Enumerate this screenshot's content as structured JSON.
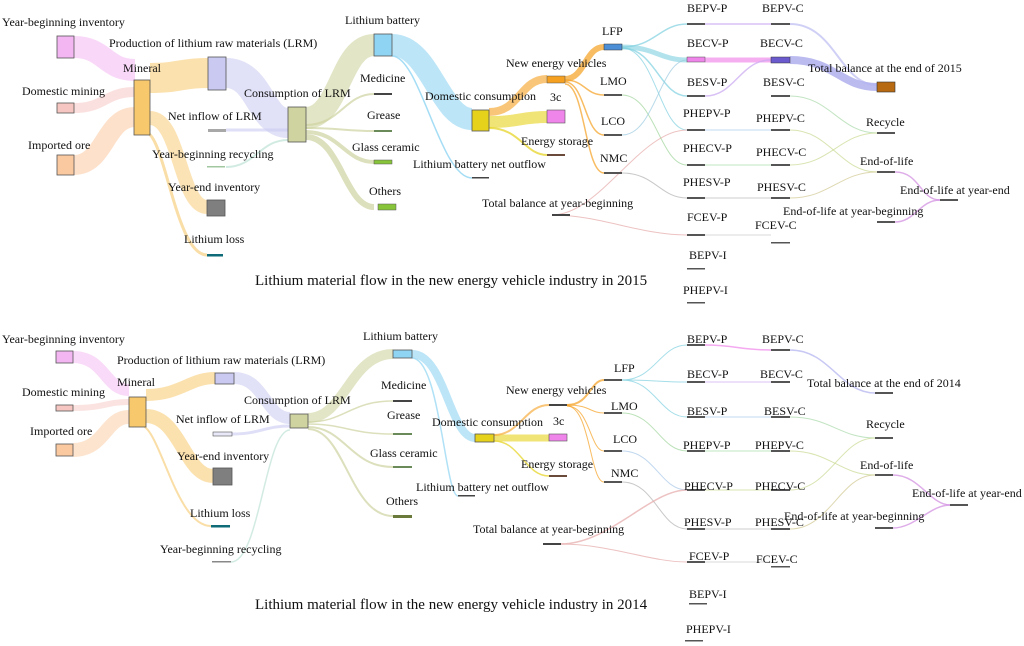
{
  "captions": {
    "top": "Lithium material flow in the new energy vehicle industry in 2015",
    "bottom": "Lithium material flow in the new energy vehicle industry in 2014"
  },
  "nodes": {
    "year_beginning_inventory": "Year-beginning inventory",
    "domestic_mining": "Domestic mining",
    "imported_ore": "Imported ore",
    "mineral": "Mineral",
    "production_lrm": "Production of lithium raw materials (LRM)",
    "net_inflow_lrm": "Net inflow of LRM",
    "year_beginning_recycling": "Year-beginning recycling",
    "year_end_inventory": "Year-end inventory",
    "lithium_loss": "Lithium loss",
    "consumption_lrm": "Consumption of LRM",
    "lithium_battery": "Lithium battery",
    "medicine": "Medicine",
    "grease": "Grease",
    "glass_ceramic": "Glass ceramic",
    "others": "Others",
    "domestic_consumption": "Domestic consumption",
    "lithium_battery_net_outflow": "Lithium battery net outflow",
    "new_energy_vehicles": "New energy vehicles",
    "three_c": "3c",
    "energy_storage": "Energy storage",
    "total_balance_beginning": "Total balance at year-beginning",
    "lfp": "LFP",
    "lmo": "LMO",
    "lco": "LCO",
    "nmc": "NMC",
    "bepv_p": "BEPV-P",
    "becv_p": "BECV-P",
    "besv_p": "BESV-P",
    "phepv_p": "PHEPV-P",
    "phecv_p": "PHECV-P",
    "phesv_p": "PHESV-P",
    "fcev_p": "FCEV-P",
    "bepv_i": "BEPV-I",
    "phepv_i": "PHEPV-I",
    "bepv_c": "BEPV-C",
    "becv_c": "BECV-C",
    "besv_c": "BESV-C",
    "phepv_c": "PHEPV-C",
    "phecv_c": "PHECV-C",
    "phesv_c": "PHESV-C",
    "fcev_c": "FCEV-C",
    "total_balance_end_2015": "Total balance at the end of 2015",
    "total_balance_end_2014": "Total balance at the end of 2014",
    "recycle": "Recycle",
    "end_of_life": "End-of-life",
    "end_of_life_year_end": "End-of-life at year-end",
    "end_of_life_year_beginning": "End-of-life at year-beginning"
  },
  "colors": {
    "pink": "#f4b6f2",
    "peach": "#fbc9a0",
    "salmon": "#f6c7c2",
    "orange_yellow": "#f7c86c",
    "lavender": "#c9c9f1",
    "olive": "#cfd3a0",
    "gray": "#7f7f7f",
    "teal": "#0f6b78",
    "sky": "#8fd4f2",
    "yellow": "#e6d21a",
    "orange": "#f5a020",
    "magenta": "#ef84ea",
    "blue": "#4c8fd6",
    "brown": "#b86a12",
    "green": "#88c43a"
  }
}
